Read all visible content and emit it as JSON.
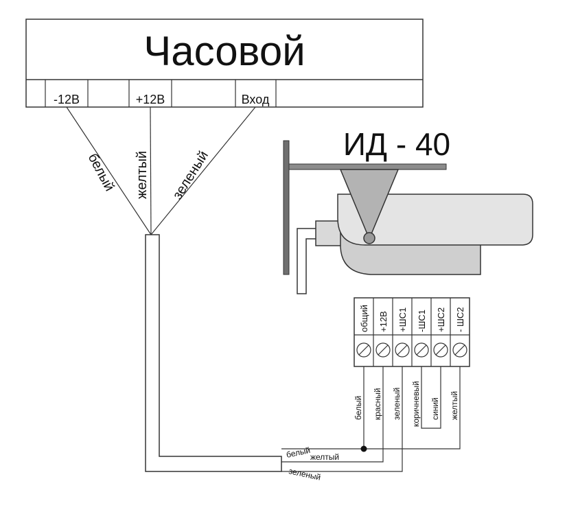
{
  "panel": {
    "title": "Часовой",
    "terminals": [
      "-12В",
      "+12В",
      "Вход"
    ]
  },
  "wires_top": [
    "белый",
    "желтый",
    "зеленый"
  ],
  "detector": {
    "title": "ИД - 40"
  },
  "terminal_block": {
    "labels": [
      "общий",
      "+12В",
      "+ШС1",
      "-ШС1",
      "+ШС2",
      "- ШС2"
    ],
    "wire_labels": [
      "белый",
      "красный",
      "зеленый",
      "коричневый",
      "синий",
      "желтый"
    ]
  },
  "cable_wires": [
    "белый",
    "желтый",
    "зеленый"
  ],
  "colors": {
    "line": "#333333",
    "detector_fill": "#d9d9d9",
    "bracket_fill": "#b3b3b3",
    "rail_fill": "#8c8c8c"
  }
}
